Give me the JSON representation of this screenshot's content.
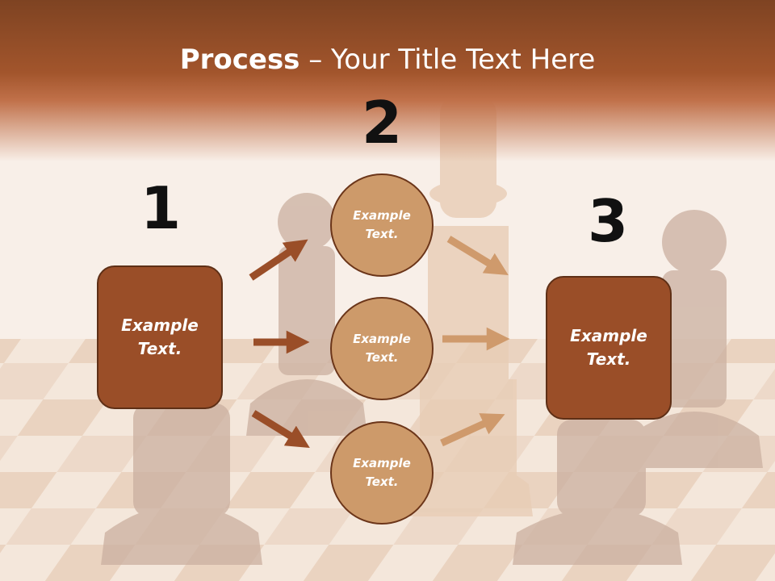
{
  "title": {
    "bold": "Process",
    "rest": " – Your Title Text Here"
  },
  "numbers": {
    "step1": "1",
    "step2": "2",
    "step3": "3"
  },
  "boxes": {
    "left": "Example Text.",
    "right": "Example Text."
  },
  "circles": {
    "top": "Example Text.",
    "middle": "Example Text.",
    "bottom": "Example Text."
  },
  "colors": {
    "header": "#8a4a26",
    "box_fill": "#9a4e28",
    "circle_fill": "#cd9a6a",
    "arrow_dark": "#9a4e28",
    "arrow_light": "#cf9a6c"
  }
}
